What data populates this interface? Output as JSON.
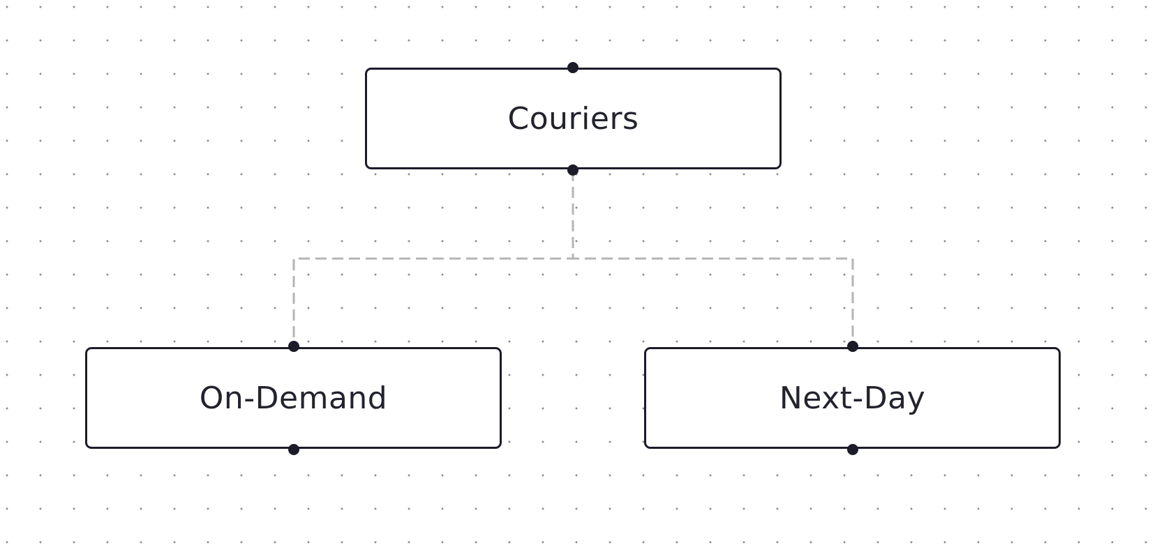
{
  "diagram": {
    "type": "tree",
    "nodes": [
      {
        "id": "couriers",
        "label": "Couriers"
      },
      {
        "id": "on-demand",
        "label": "On-Demand"
      },
      {
        "id": "next-day",
        "label": "Next-Day"
      }
    ],
    "edges": [
      {
        "from": "couriers",
        "to": "on-demand",
        "style": "dashed"
      },
      {
        "from": "couriers",
        "to": "next-day",
        "style": "dashed"
      }
    ],
    "colors": {
      "node_border": "#1b1b2a",
      "node_text": "#23232e",
      "connector": "#b4b4b8",
      "grid_dot": "#8a8d96",
      "background": "#ffffff"
    }
  }
}
